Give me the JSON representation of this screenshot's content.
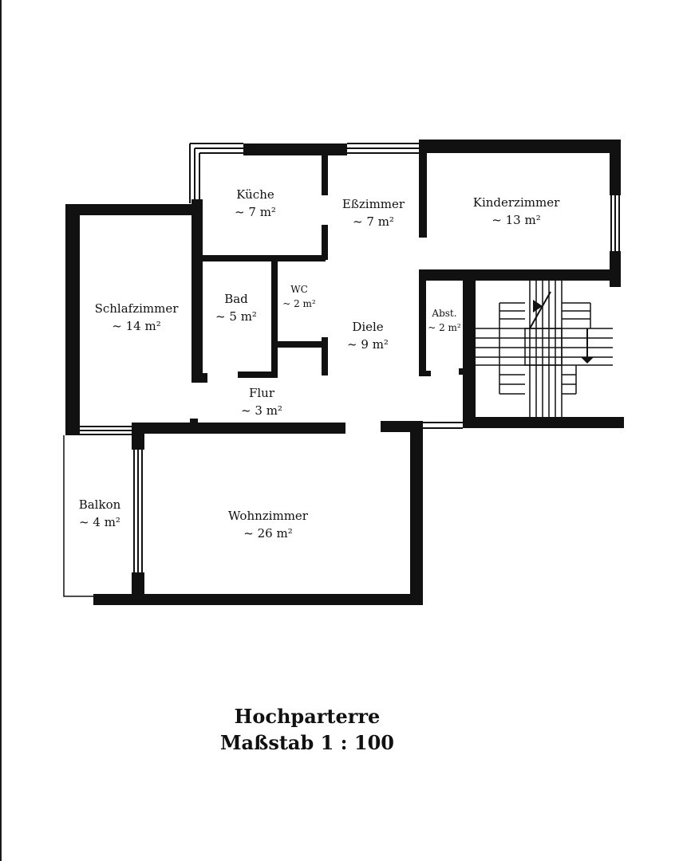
{
  "rooms": {
    "kueche": {
      "name": "Küche",
      "area": "~ 7 m²"
    },
    "esszimmer": {
      "name": "Eßzimmer",
      "area": "~ 7 m²"
    },
    "kinderzimmer": {
      "name": "Kinderzimmer",
      "area": "~ 13 m²"
    },
    "schlafzimmer": {
      "name": "Schlafzimmer",
      "area": "~ 14 m²"
    },
    "bad": {
      "name": "Bad",
      "area": "~ 5 m²"
    },
    "wc": {
      "name": "WC",
      "area": "~ 2 m²"
    },
    "diele": {
      "name": "Diele",
      "area": "~ 9 m²"
    },
    "abst": {
      "name": "Abst.",
      "area": "~ 2 m²"
    },
    "flur": {
      "name": "Flur",
      "area": "~ 3 m²"
    },
    "balkon": {
      "name": "Balkon",
      "area": "~ 4 m²"
    },
    "wohnzimmer": {
      "name": "Wohnzimmer",
      "area": "~ 26 m²"
    }
  },
  "caption": {
    "title": "Hochparterre",
    "scale": "Maßstab 1 : 100"
  },
  "colors": {
    "wall": "#111111",
    "background": "#ffffff"
  }
}
